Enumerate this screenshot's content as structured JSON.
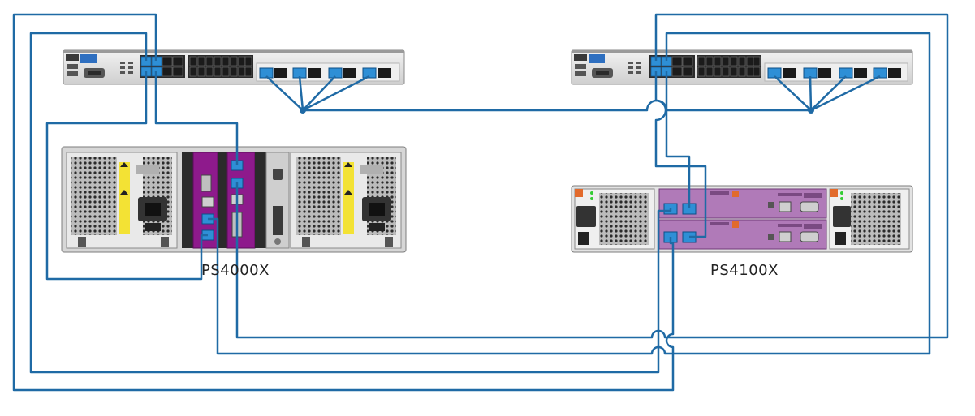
{
  "devices": {
    "switch_left": {
      "kind": "network-switch"
    },
    "switch_right": {
      "kind": "network-switch"
    },
    "array_left": {
      "label": "PS4000X"
    },
    "array_right": {
      "label": "PS4100X"
    }
  },
  "colors": {
    "cable": "#1f6aa5",
    "port_active": "#2e8fd6",
    "controller_ps4000": "#8e1a8c",
    "controller_ps4100": "#b07ab8",
    "chassis": "#dcdcdc",
    "warning_label": "#f3e234"
  }
}
